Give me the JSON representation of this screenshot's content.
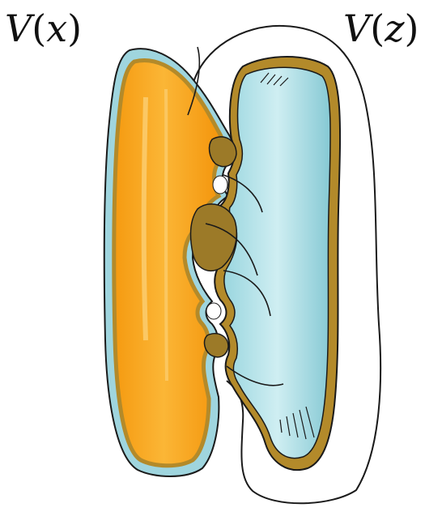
{
  "labels": {
    "vx": {
      "fn": "V",
      "open": "(",
      "var": "x",
      "close": ")"
    },
    "vz": {
      "fn": "V",
      "open": "(",
      "var": "z",
      "close": ")"
    }
  },
  "colors": {
    "orange": "#f7a21b",
    "orange_light": "#fcc25a",
    "cyan": "#8fd0da",
    "cyan_light": "#c6eaef",
    "rim_brown": "#b38a2a",
    "overlap_olive": "#9c7a28",
    "ink": "#1a1a1a",
    "background": "#ffffff"
  },
  "icons": [
    "two-blob-variety-sketch"
  ]
}
